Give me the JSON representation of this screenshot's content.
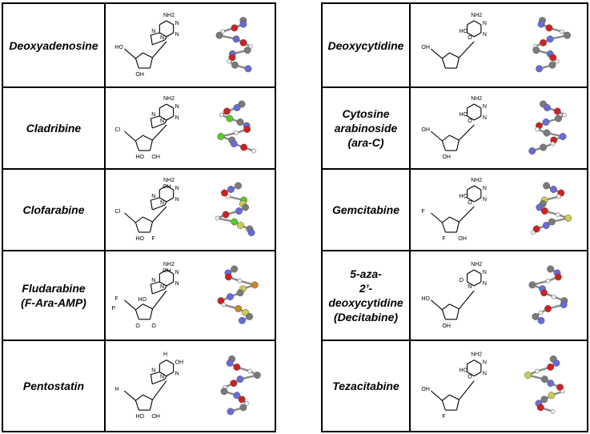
{
  "left_table": {
    "rows": [
      {
        "name": "Deoxyadenosine",
        "atoms": [
          "NH2",
          "N",
          "N",
          "N",
          "N",
          "HO",
          "OH"
        ],
        "model_colors": [
          "#7a7a7a",
          "#6a6ad8",
          "#cc2222",
          "#eeeeee"
        ]
      },
      {
        "name": "Cladribine",
        "atoms": [
          "NH2",
          "N",
          "N",
          "N",
          "N",
          "Cl",
          "HO",
          "OH"
        ],
        "model_colors": [
          "#7a7a7a",
          "#6a6ad8",
          "#cc2222",
          "#eeeeee",
          "#55cc22"
        ]
      },
      {
        "name": "Clofarabine",
        "atoms": [
          "NH2",
          "N",
          "N",
          "N",
          "N",
          "Cl",
          "HO",
          "F",
          "OH"
        ],
        "model_colors": [
          "#7a7a7a",
          "#6a6ad8",
          "#cc2222",
          "#eeeeee",
          "#55cc22",
          "#cccc55"
        ]
      },
      {
        "name": "Fludarabine\n(F-Ara-AMP)",
        "atoms": [
          "NH2",
          "N",
          "N",
          "N",
          "N",
          "F",
          "O",
          "O",
          "OH",
          "HO",
          "P"
        ],
        "model_colors": [
          "#7a7a7a",
          "#6a6ad8",
          "#cc2222",
          "#eeeeee",
          "#cc8822",
          "#cccc55"
        ]
      },
      {
        "name": "Pentostatin",
        "atoms": [
          "H",
          "OH",
          "N",
          "N",
          "N",
          "H",
          "HO",
          "OH"
        ],
        "model_colors": [
          "#7a7a7a",
          "#6a6ad8",
          "#cc2222",
          "#eeeeee"
        ]
      }
    ]
  },
  "right_table": {
    "rows": [
      {
        "name": "Deoxycytidine",
        "atoms": [
          "NH2",
          "N",
          "N",
          "O",
          "HO",
          "OH"
        ],
        "model_colors": [
          "#7a7a7a",
          "#6a6ad8",
          "#cc2222",
          "#eeeeee"
        ]
      },
      {
        "name": "Cytosine\narabinoside\n(ara-C)",
        "atoms": [
          "NH2",
          "N",
          "N",
          "O",
          "HO",
          "OH",
          "OH"
        ],
        "model_colors": [
          "#7a7a7a",
          "#6a6ad8",
          "#cc2222",
          "#eeeeee"
        ]
      },
      {
        "name": "Gemcitabine",
        "atoms": [
          "NH2",
          "N",
          "N",
          "O",
          "HO",
          "F",
          "F",
          "OH"
        ],
        "model_colors": [
          "#7a7a7a",
          "#6a6ad8",
          "#cc2222",
          "#eeeeee",
          "#cccc55"
        ]
      },
      {
        "name": "5-aza-\n2’-deoxycytidine\n(Decitabine)",
        "atoms": [
          "NH2",
          "N",
          "N",
          "N",
          "O",
          "HO",
          "OH"
        ],
        "model_colors": [
          "#7a7a7a",
          "#6a6ad8",
          "#cc2222",
          "#eeeeee"
        ]
      },
      {
        "name": "Tezacitabine",
        "atoms": [
          "NH2",
          "N",
          "N",
          "O",
          "HO",
          "OH",
          "F"
        ],
        "model_colors": [
          "#7a7a7a",
          "#6a6ad8",
          "#cc2222",
          "#eeeeee",
          "#cccc55"
        ]
      }
    ]
  }
}
